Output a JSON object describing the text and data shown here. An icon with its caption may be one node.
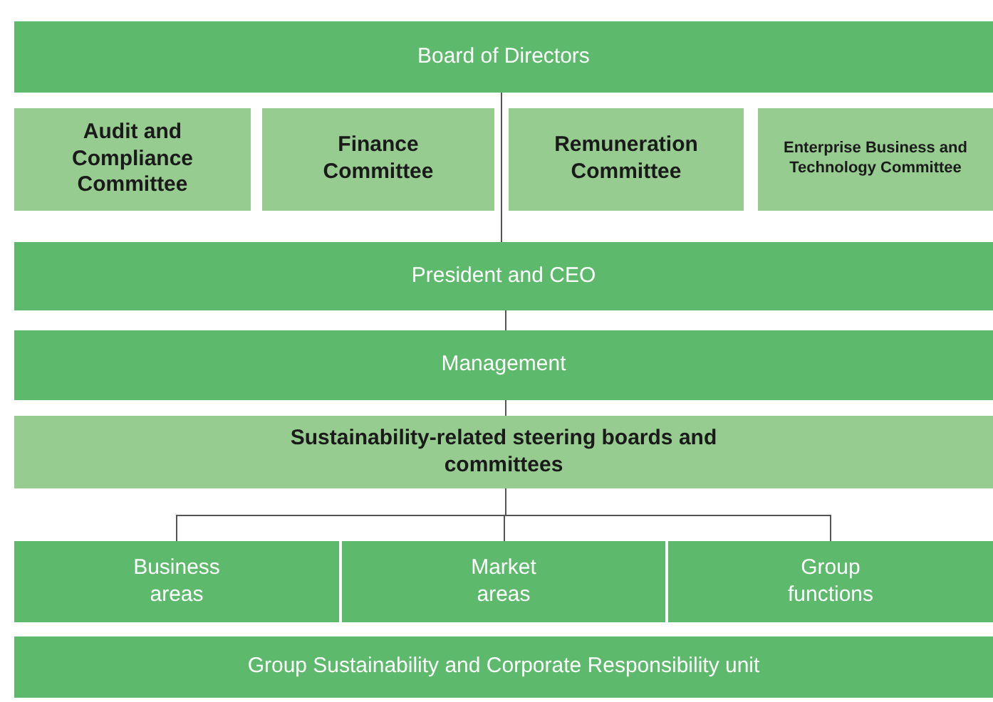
{
  "diagram": {
    "nodes": [
      {
        "text": [
          "Board of Directors"
        ]
      },
      {
        "text": [
          "Audit and Compliance Committee"
        ]
      },
      {
        "text": [
          "Finance Committee"
        ]
      },
      {
        "text": [
          "Remuneration Committee"
        ]
      },
      {
        "text": [
          "Enterprise Business and Technology Committee"
        ]
      },
      {
        "text": [
          "President and CEO"
        ]
      },
      {
        "text": [
          "Management"
        ]
      },
      {
        "text": [
          "Sustainability-related steering boards and committees"
        ]
      },
      {
        "text": [
          "Business areas"
        ]
      },
      {
        "text": [
          "Market areas"
        ]
      },
      {
        "text": [
          "Group functions"
        ]
      },
      {
        "text": [
          "Group Sustainability and Corporate Responsibility unit"
        ]
      }
    ],
    "edges": [
      {
        "from": 0,
        "to": 5,
        "arrow": "none"
      },
      {
        "from": 5,
        "to": 6,
        "arrow": "none"
      },
      {
        "from": 6,
        "to": 7,
        "arrow": "none"
      },
      {
        "from": 7,
        "to": 8,
        "arrow": "none"
      },
      {
        "from": 7,
        "to": 9,
        "arrow": "none"
      },
      {
        "from": 7,
        "to": 10,
        "arrow": "none"
      }
    ]
  }
}
